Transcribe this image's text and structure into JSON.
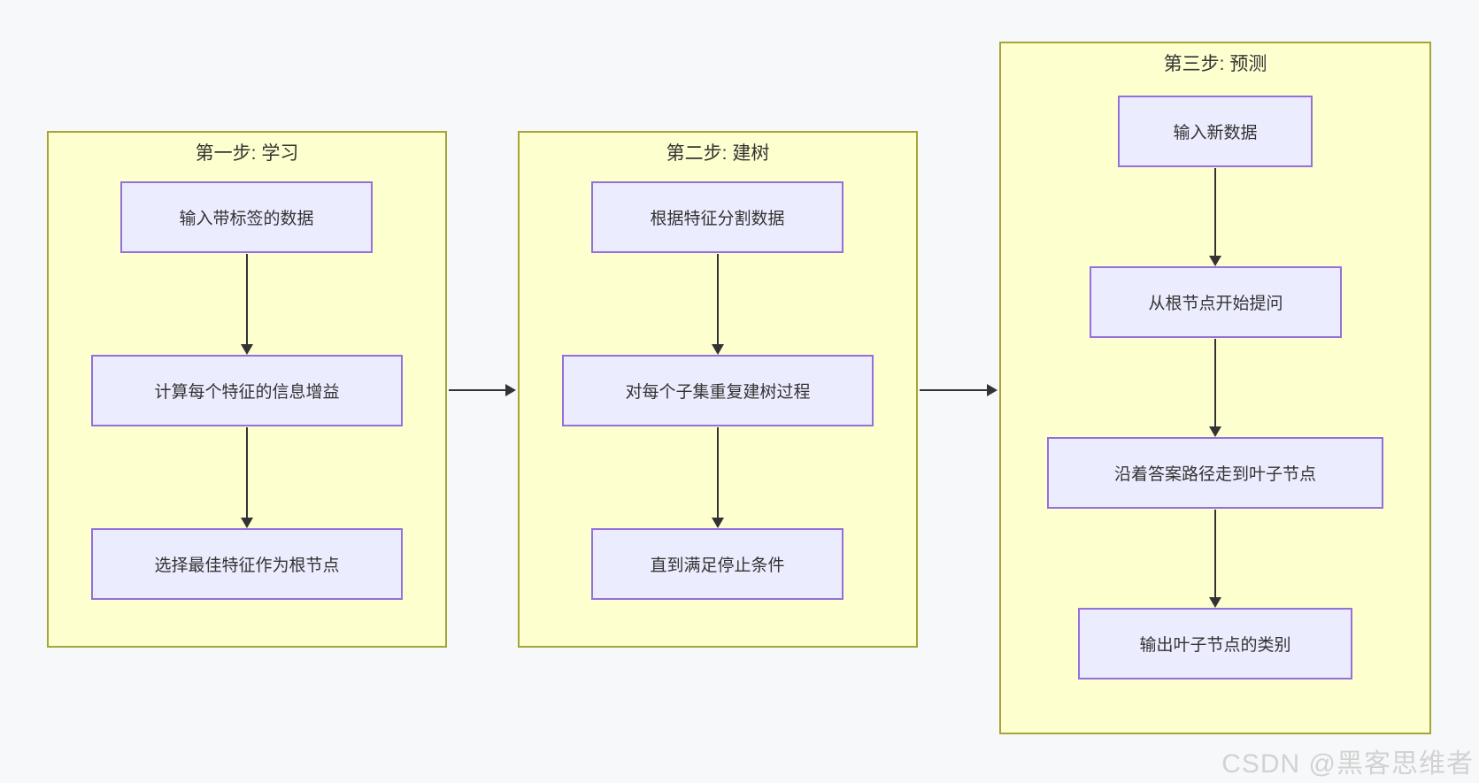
{
  "colors": {
    "page_bg": "#f7f8fa",
    "panel_bg": "#feffce",
    "panel_border": "#a6a636",
    "node_bg": "#ececff",
    "node_border": "#9370db",
    "arrow": "#333333",
    "text": "#333333",
    "watermark_text": "#d2d2d2"
  },
  "panels": [
    {
      "title": "第一步: 学习",
      "nodes": [
        "输入带标签的数据",
        "计算每个特征的信息增益",
        "选择最佳特征作为根节点"
      ]
    },
    {
      "title": "第二步: 建树",
      "nodes": [
        "根据特征分割数据",
        "对每个子集重复建树过程",
        "直到满足停止条件"
      ]
    },
    {
      "title": "第三步: 预测",
      "nodes": [
        "输入新数据",
        "从根节点开始提问",
        "沿着答案路径走到叶子节点",
        "输出叶子节点的类别"
      ]
    }
  ],
  "connections": [
    {
      "from": "输入带标签的数据",
      "to": "计算每个特征的信息增益",
      "type": "down"
    },
    {
      "from": "计算每个特征的信息增益",
      "to": "选择最佳特征作为根节点",
      "type": "down"
    },
    {
      "from": "根据特征分割数据",
      "to": "对每个子集重复建树过程",
      "type": "down"
    },
    {
      "from": "对每个子集重复建树过程",
      "to": "直到满足停止条件",
      "type": "down"
    },
    {
      "from": "输入新数据",
      "to": "从根节点开始提问",
      "type": "down"
    },
    {
      "from": "从根节点开始提问",
      "to": "沿着答案路径走到叶子节点",
      "type": "down"
    },
    {
      "from": "沿着答案路径走到叶子节点",
      "to": "输出叶子节点的类别",
      "type": "down"
    },
    {
      "from": "第一步: 学习",
      "to": "第二步: 建树",
      "type": "right"
    },
    {
      "from": "第二步: 建树",
      "to": "第三步: 预测",
      "type": "right"
    }
  ],
  "watermark": {
    "text": "CSDN @黑客思维者"
  }
}
